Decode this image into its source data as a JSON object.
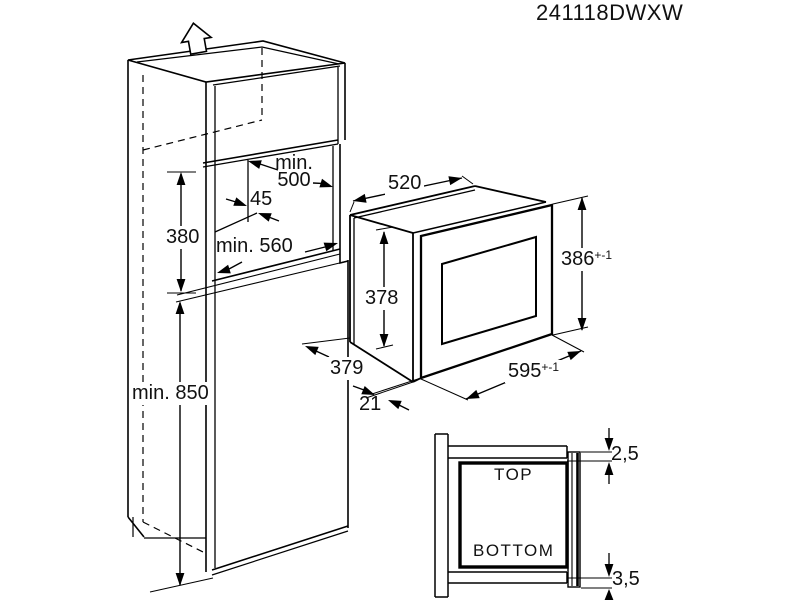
{
  "colors": {
    "background": "#ffffff",
    "line": "#000000",
    "text": "#111111"
  },
  "header": {
    "model_code": "241118DWXW"
  },
  "cabinet_view": {
    "niche_depth_min": {
      "line1": "min.",
      "line2": "500"
    },
    "front_edge_distance": "45",
    "niche_height": "380",
    "niche_width_min": "min. 560",
    "floor_clearance_min": "min. 850"
  },
  "oven_view": {
    "body_width": "520",
    "body_height": "378",
    "front_height": {
      "value": "386",
      "tolerance": "+-1"
    },
    "body_depth": "379",
    "door_overhang": "21",
    "front_width": {
      "value": "595",
      "tolerance": "+-1"
    }
  },
  "section_view": {
    "top_label": "TOP",
    "bottom_label": "BOTTOM",
    "top_gap": "2,5",
    "bottom_gap": "3,5"
  }
}
